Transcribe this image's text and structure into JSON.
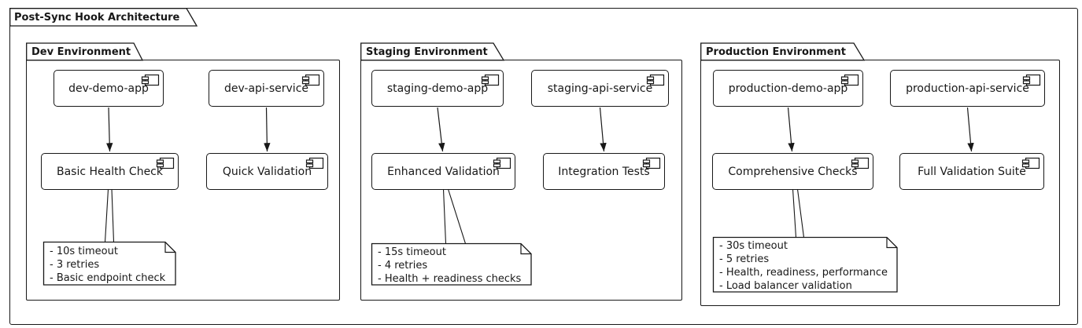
{
  "diagram": {
    "type": "uml-component-diagram",
    "frame_title": "Post-Sync Hook Architecture"
  },
  "colors": {
    "line": "#181818",
    "background": "#ffffff",
    "shape_fill": "#ffffff"
  },
  "packages": [
    {
      "title": "Dev Environment",
      "components": [
        {
          "label": "dev-demo-app"
        },
        {
          "label": "dev-api-service"
        },
        {
          "label": "Basic Health Check"
        },
        {
          "label": "Quick Validation"
        }
      ],
      "edges": [
        {
          "from": "dev-demo-app",
          "to": "Basic Health Check"
        },
        {
          "from": "dev-api-service",
          "to": "Quick Validation"
        }
      ],
      "note": {
        "attached_to": "Basic Health Check",
        "lines": [
          "- 10s timeout",
          "- 3 retries",
          "- Basic endpoint check"
        ]
      }
    },
    {
      "title": "Staging Environment",
      "components": [
        {
          "label": "staging-demo-app"
        },
        {
          "label": "staging-api-service"
        },
        {
          "label": "Enhanced Validation"
        },
        {
          "label": "Integration Tests"
        }
      ],
      "edges": [
        {
          "from": "staging-demo-app",
          "to": "Enhanced Validation"
        },
        {
          "from": "staging-api-service",
          "to": "Integration Tests"
        }
      ],
      "note": {
        "attached_to": "Enhanced Validation",
        "lines": [
          "- 15s timeout",
          "- 4 retries",
          "- Health + readiness checks"
        ]
      }
    },
    {
      "title": "Production Environment",
      "components": [
        {
          "label": "production-demo-app"
        },
        {
          "label": "production-api-service"
        },
        {
          "label": "Comprehensive Checks"
        },
        {
          "label": "Full Validation Suite"
        }
      ],
      "edges": [
        {
          "from": "production-demo-app",
          "to": "Comprehensive Checks"
        },
        {
          "from": "production-api-service",
          "to": "Full Validation Suite"
        }
      ],
      "note": {
        "attached_to": "Comprehensive Checks",
        "lines": [
          "- 30s timeout",
          "- 5 retries",
          "- Health, readiness, performance",
          "- Load balancer validation"
        ]
      }
    }
  ]
}
